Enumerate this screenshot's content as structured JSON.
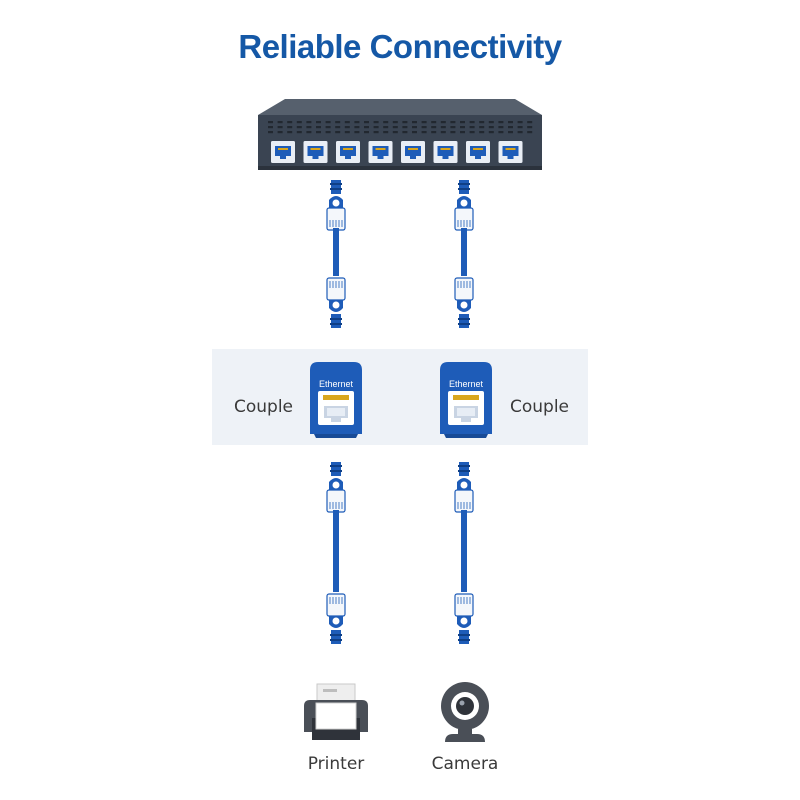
{
  "title": "Reliable Connectivity",
  "couplers": [
    {
      "label": "Couple",
      "badge": "Ethernet"
    },
    {
      "label": "Couple",
      "badge": "Ethernet"
    }
  ],
  "devices": [
    {
      "label": "Printer",
      "icon": "printer-icon"
    },
    {
      "label": "Camera",
      "icon": "webcam-icon"
    }
  ],
  "switch": {
    "port_count": 8
  },
  "colors": {
    "title": "#1558a6",
    "cable": "#1e5cb8",
    "coupler": "#1e5cb8",
    "switch_body": "#3a4452",
    "band": "#eef2f7",
    "device": "#4a4f57"
  }
}
